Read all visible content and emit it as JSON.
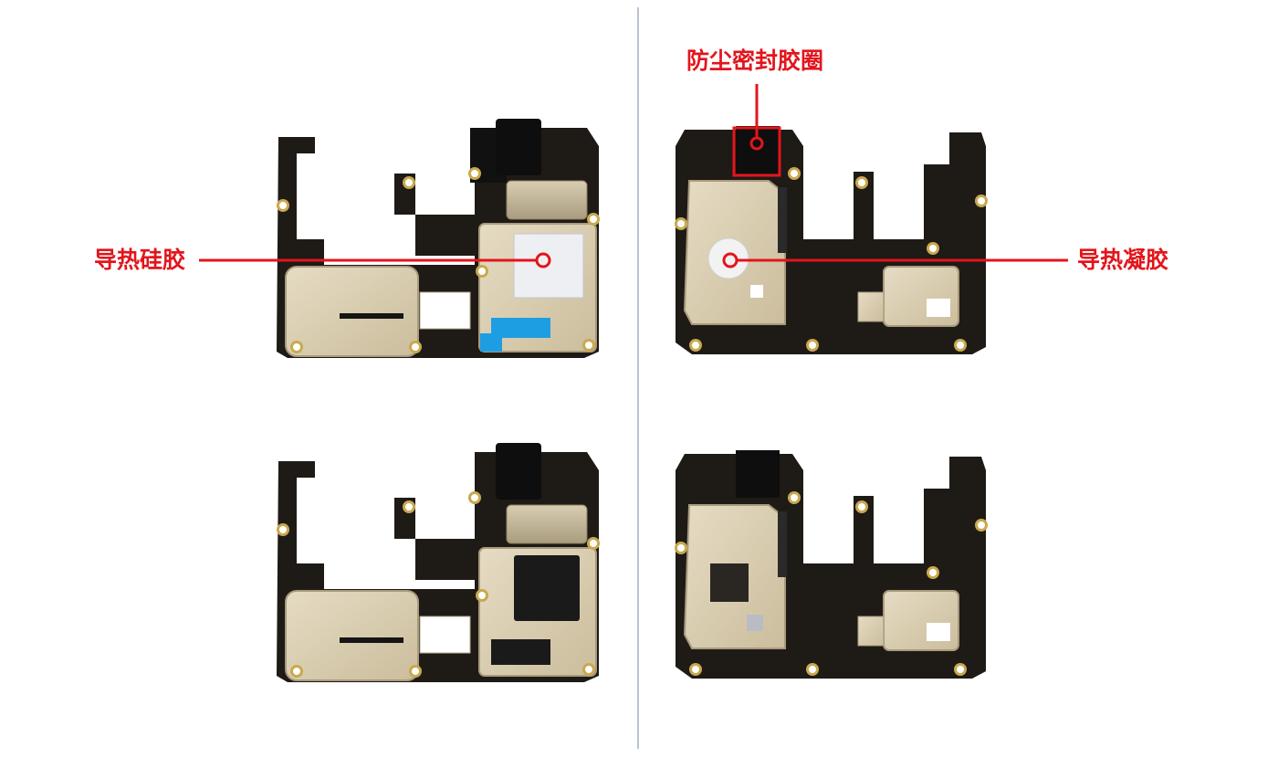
{
  "annotations": {
    "left_label": "导热硅胶",
    "right_label": "导热凝胶",
    "top_label": "防尘密封胶圈"
  },
  "colors": {
    "accent": "#e3151c",
    "pcb": "#1e1a16",
    "shield": "#d9ccb0",
    "shield_edge": "#a89a7c",
    "blue_pad": "#1e9ee2",
    "silicone_pad": "#eeeff2",
    "divider": "#b8c4cd"
  }
}
